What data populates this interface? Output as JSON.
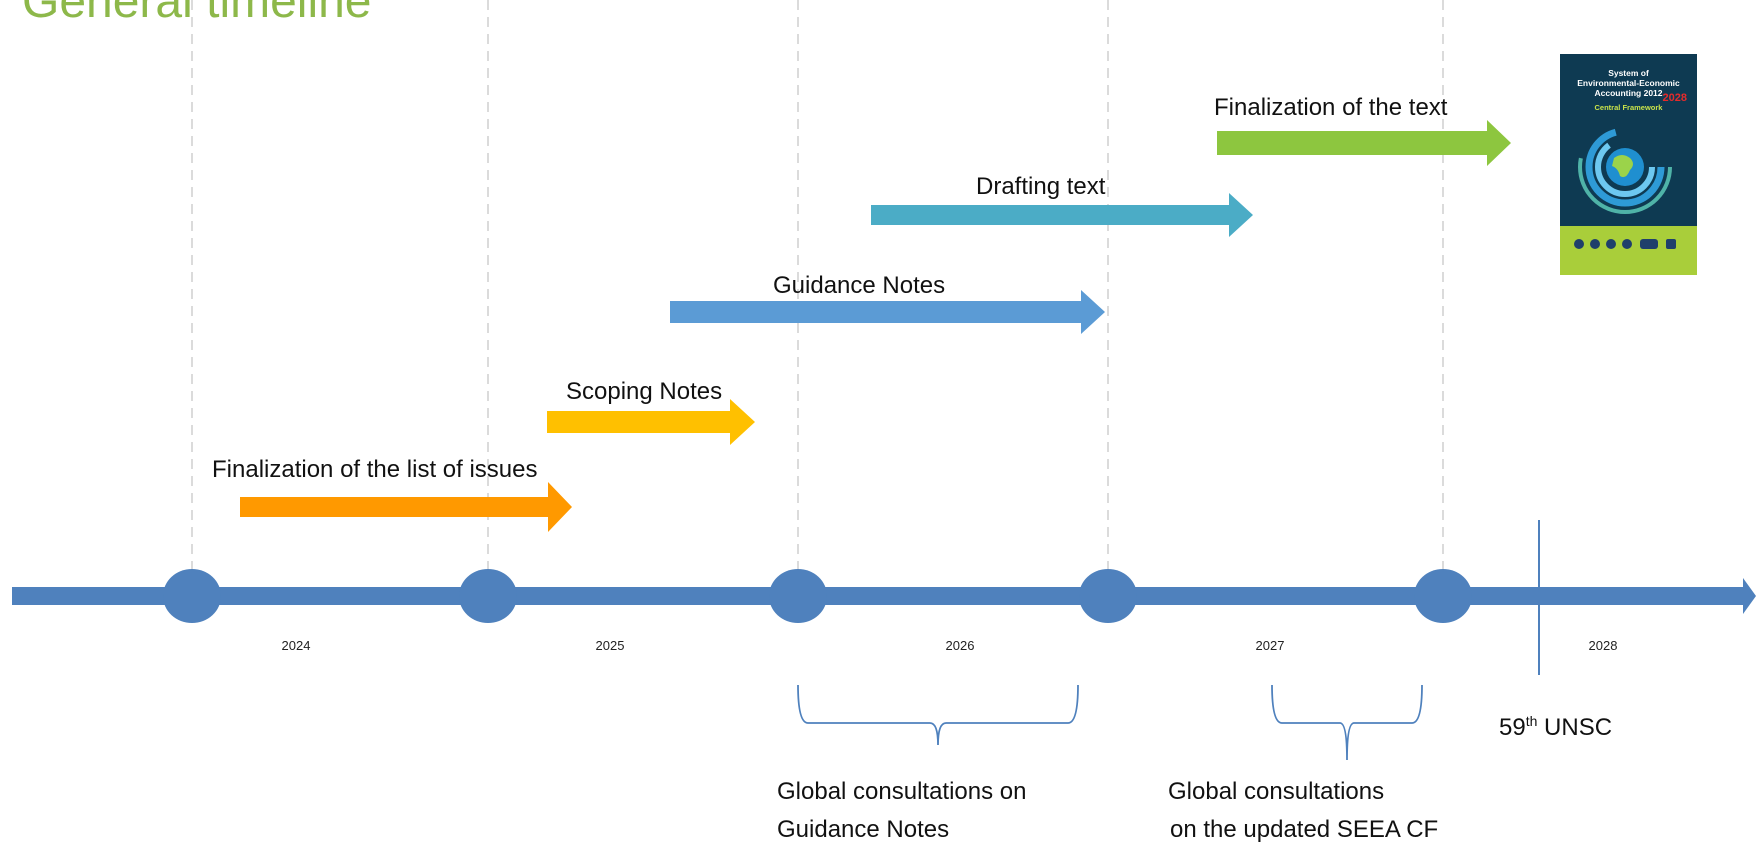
{
  "title": "General timeline",
  "years": [
    "2024",
    "2025",
    "2026",
    "2027",
    "2028"
  ],
  "tasks": {
    "finalization_issues": "Finalization of the list of issues",
    "scoping_notes": "Scoping Notes",
    "guidance_notes": "Guidance Notes",
    "drafting_text": "Drafting text",
    "finalization_text": "Finalization of the text"
  },
  "milestone": {
    "ordinal": "59",
    "suffix": "th",
    "name": " UNSC"
  },
  "consultations": {
    "first_line1": "Global consultations on",
    "first_line2": "Guidance Notes",
    "second_line1": "Global consultations",
    "second_line2": "on the updated SEEA CF"
  },
  "cover": {
    "title_line1": "System of",
    "title_line2": "Environmental-Economic",
    "title_line3": "Accounting 2012",
    "year_overlay": "2028",
    "subtitle": "Central Framework"
  },
  "colors": {
    "title": "#8DB84A",
    "axis": "#4F81BD",
    "orange": "#FF9900",
    "yellow": "#FFC000",
    "blue": "#5B9BD5",
    "teal": "#4BACC6",
    "green": "#8DC63F"
  }
}
